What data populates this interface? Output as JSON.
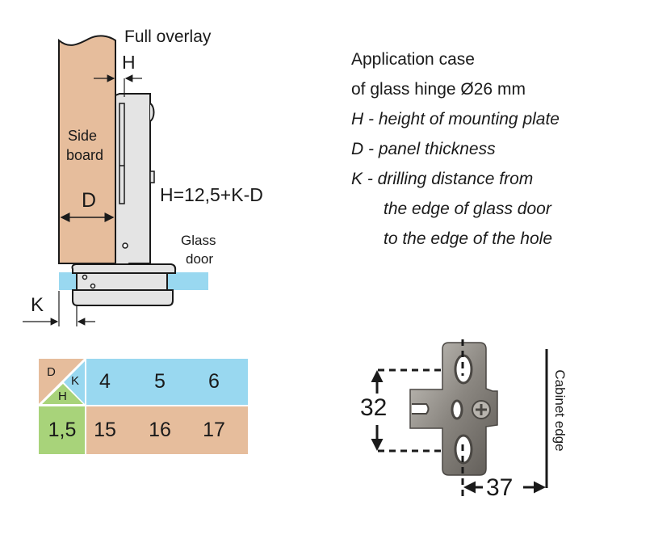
{
  "diagram": {
    "side_view": {
      "title": "Full overlay",
      "side_board_label_line1": "Side",
      "side_board_label_line2": "board",
      "dimension_h": "H",
      "dimension_d": "D",
      "dimension_k": "K",
      "formula": "H=12,5+K-D",
      "glass_label_line1": "Glass",
      "glass_label_line2": "door"
    },
    "description": {
      "lines": [
        "Application case",
        "of glass hinge Ø26 mm",
        "H - height of mounting plate",
        "D - panel thickness",
        "K - drilling distance from",
        "the edge of glass door",
        "to the edge of the hole"
      ]
    },
    "table": {
      "corner": {
        "d": "D",
        "k": "K",
        "h": "H"
      },
      "k_values": [
        "4",
        "5",
        "6"
      ],
      "d_value": "1,5",
      "h_values": [
        "15",
        "16",
        "17"
      ]
    },
    "mounting_plate": {
      "dimension_vertical": "32",
      "dimension_horizontal": "37",
      "cabinet_edge_label": "Cabinet edge"
    },
    "colors": {
      "wood": "#e6bd9c",
      "glass": "#99d8f0",
      "metal": "#e4e4e4",
      "green": "#a8d37a",
      "ink": "#1a1a1a"
    }
  }
}
